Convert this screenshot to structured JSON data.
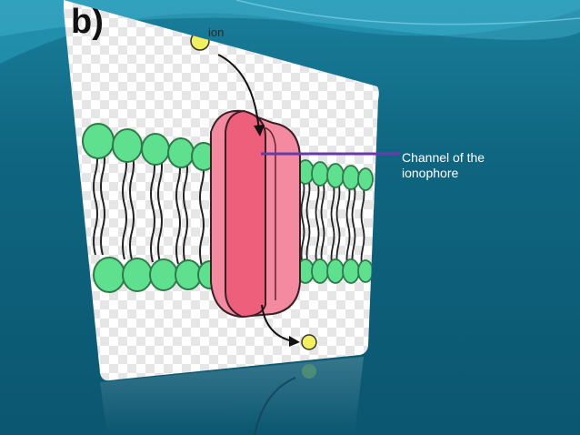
{
  "slide": {
    "panel_letter": "b)",
    "ion_label": "ion",
    "channel_label_line1": "Channel of the",
    "channel_label_line2": "ionophore"
  },
  "colors": {
    "background": "#0f5f78",
    "lipid_head": "#5fe08f",
    "channel_body": "#f48aa0",
    "channel_core": "#ee5f7c",
    "ion": "#f2f060",
    "pointer_line": "#6a3aa8"
  },
  "icons": {
    "ion": "ion-circle-icon",
    "arrow": "curved-arrow-icon"
  }
}
